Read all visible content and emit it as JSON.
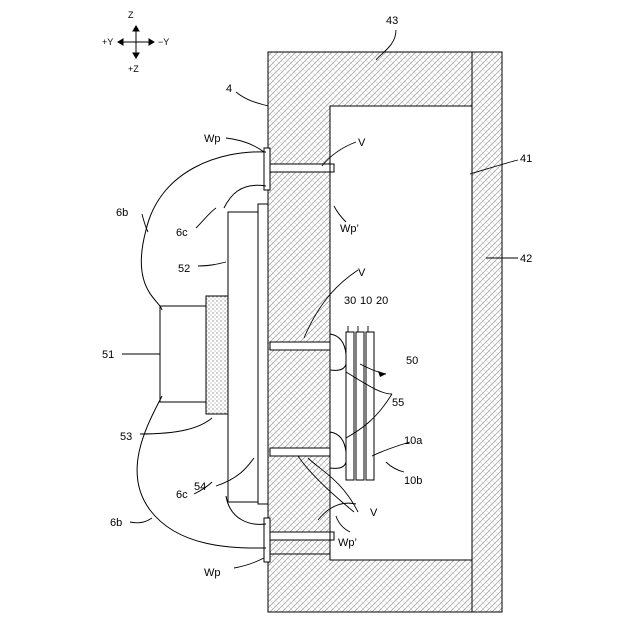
{
  "axes": {
    "up": "Z",
    "down": "+Z",
    "left": "+Y",
    "right": "−Y"
  },
  "labels": {
    "l43": "43",
    "l4": "4",
    "l41": "41",
    "l42": "42",
    "wp_top": "Wp",
    "wp_bottom": "Wp",
    "v_top": "V",
    "v_mid": "V",
    "v_low": "V",
    "wpp_top": "Wp’",
    "wpp_bottom": "Wp’",
    "b6_top": "6b",
    "b6_bottom": "6b",
    "c6_top": "6c",
    "c6_bottom": "6c",
    "l52": "52",
    "l51": "51",
    "l53": "53",
    "l54": "54",
    "l30": "30",
    "l10": "10",
    "l20": "20",
    "l50": "50",
    "l55": "55",
    "l10a": "10a",
    "l10b": "10b"
  },
  "colors": {
    "line": "#000000",
    "hatch": "#9a9a9a",
    "dots": "#8a8a8a",
    "background": "#ffffff"
  }
}
